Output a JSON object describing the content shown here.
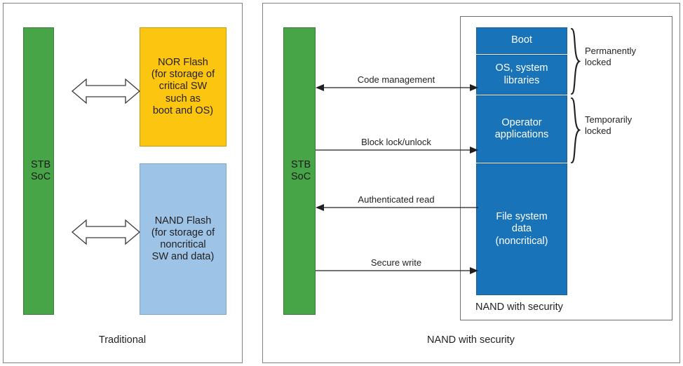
{
  "figure": {
    "panels": [
      {
        "id": "traditional",
        "caption": "Traditional",
        "soc_label": "STB\nSoC",
        "blocks": [
          {
            "name": "nor-flash",
            "label": "NOR Flash\n(for storage of\ncritical SW\nsuch as\nboot and OS)",
            "color": "#fcc50f"
          },
          {
            "name": "nand-flash",
            "label": "NAND Flash\n(for storage of\nnoncritical\nSW and data)",
            "color": "#9dc3e6"
          }
        ],
        "connections": [
          {
            "name": "soc-to-nor",
            "style": "double-headed-block-arrow",
            "label": ""
          },
          {
            "name": "soc-to-nand",
            "style": "double-headed-block-arrow",
            "label": ""
          }
        ]
      },
      {
        "id": "nand-with-security",
        "caption": "NAND with security",
        "soc_label": "STB\nSoC",
        "device_label": "NAND with security",
        "segments": [
          {
            "name": "boot",
            "label": "Boot"
          },
          {
            "name": "os-system-libraries",
            "label": "OS, system\nlibraries"
          },
          {
            "name": "operator-applications",
            "label": "Operator\napplications"
          },
          {
            "name": "file-system-data",
            "label": "File system\ndata\n(noncritical)"
          }
        ],
        "braces": [
          {
            "name": "permanently-locked",
            "label": "Permanently\nlocked",
            "covers": [
              "boot",
              "os-system-libraries"
            ]
          },
          {
            "name": "temporarily-locked",
            "label": "Temporarily\nlocked",
            "covers": [
              "operator-applications"
            ]
          }
        ],
        "connections": [
          {
            "name": "code-management",
            "label": "Code management",
            "direction": "bidirectional"
          },
          {
            "name": "block-lock-unlock",
            "label": "Block lock/unlock",
            "direction": "right"
          },
          {
            "name": "authenticated-read",
            "label": "Authenticated read",
            "direction": "left"
          },
          {
            "name": "secure-write",
            "label": "Secure write",
            "direction": "right"
          }
        ]
      }
    ]
  },
  "colors": {
    "soc_green": "#47a447",
    "nor_yellow": "#fcc50f",
    "nand_light_blue": "#9dc3e6",
    "secure_blue": "#1973b8",
    "border_gray": "#808080",
    "text": "#231f20"
  }
}
